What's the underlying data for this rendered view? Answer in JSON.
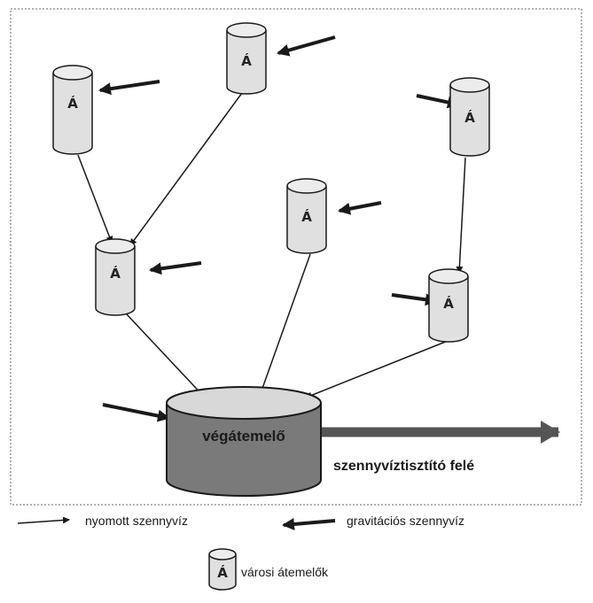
{
  "stations": {
    "letter": "Á",
    "final_label": "végátemelő"
  },
  "outflow_label": "szennyvíztisztító felé",
  "legend": {
    "pressure_label": "nyomott szennyvíz",
    "gravity_label": "gravitációs szennyvíz",
    "station_letter": "Á",
    "station_label": "városi átemelők"
  },
  "colors": {
    "station_fill": "#e0e0e0",
    "final_fill": "#7a7a7a",
    "line": "#1a1a1a",
    "frame": "#9a9a9a"
  }
}
